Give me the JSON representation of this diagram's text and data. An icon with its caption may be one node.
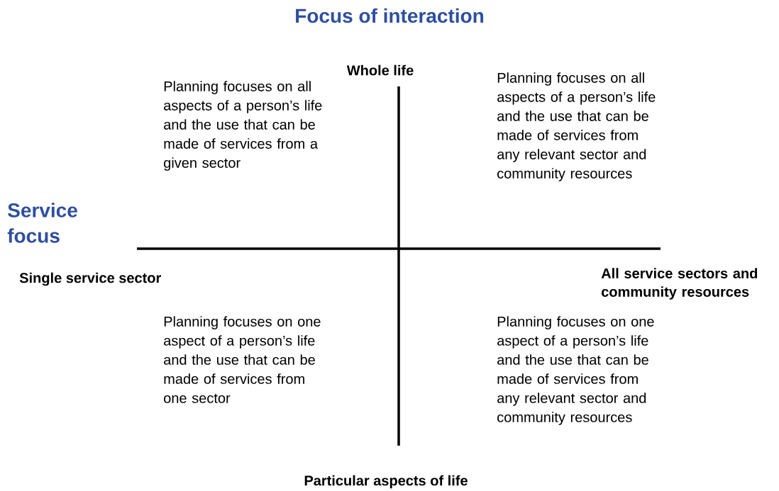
{
  "diagram": {
    "title": "Focus of interaction",
    "labels": [
      "Whole life",
      "Planning focuses on all aspects of a person’s life and the use that can be made of services from a given sector",
      "Planning focuses on all aspects of a person’s life and the use that can be made of services from any relevant sector and community resources",
      "Service focus",
      "Single service sector",
      "All service sectors and community resources",
      "Planning focuses on one aspect of a person’s life and the use that can be made of services from one sector",
      "Planning focuses on one aspect of a person’s life and the use that can be made of services from any relevant sector and community resources",
      "Particular aspects of life"
    ]
  }
}
